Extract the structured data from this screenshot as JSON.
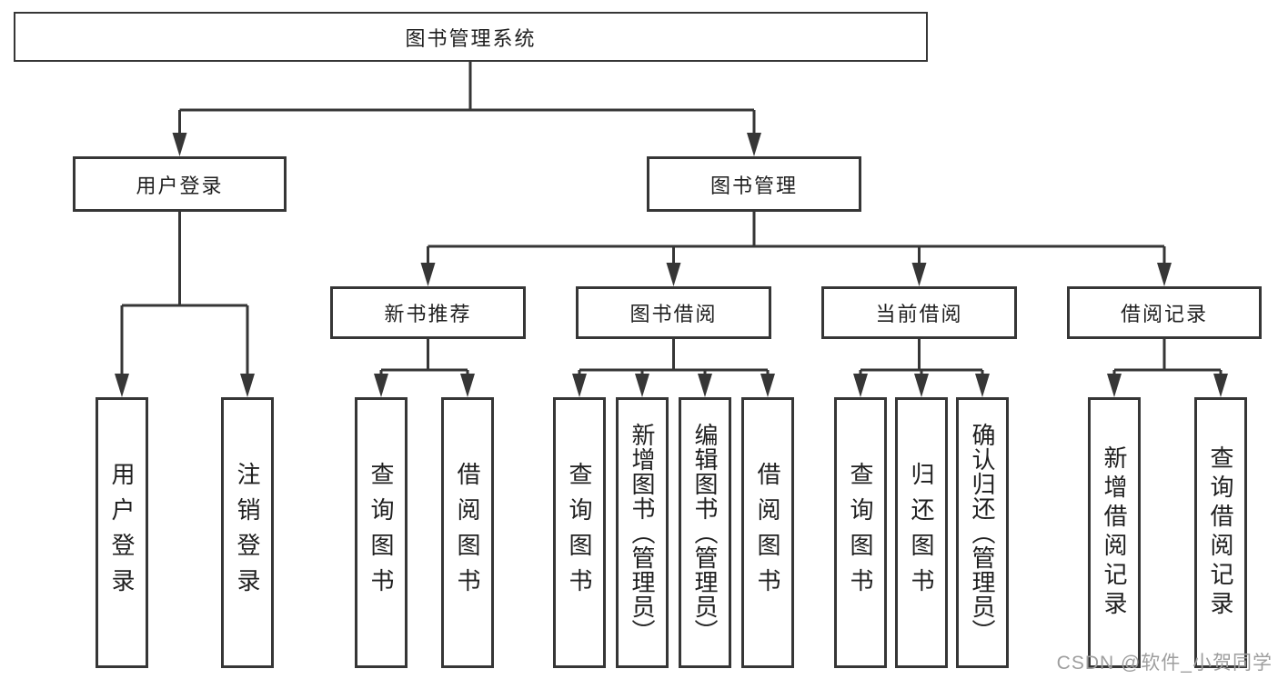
{
  "diagram_title": "图书管理系统",
  "nodes": {
    "root": "图书管理系统",
    "l2": [
      "用户登录",
      "图书管理"
    ],
    "l3": [
      "新书推荐",
      "图书借阅",
      "当前借阅",
      "借阅记录"
    ],
    "leaves_login": [
      "用户登录",
      "注销登录"
    ],
    "leaves_new_book": [
      "查询图书",
      "借阅图书"
    ],
    "leaves_book_borrow": [
      "查询图书",
      "新增图书（管理员）",
      "编辑图书（管理员）",
      "借阅图书"
    ],
    "leaves_current_borrow": [
      "查询图书",
      "归还图书",
      "确认归还（管理员）"
    ],
    "leaves_borrow_records": [
      "新增借阅记录",
      "查询借阅记录"
    ]
  },
  "watermark": "CSDN @软件_小贺同学",
  "colors": {
    "line": "#363636",
    "box_border": "#363636",
    "text": "#1f1f1f",
    "watermark": "#9e9e9e",
    "background": "#ffffff"
  }
}
